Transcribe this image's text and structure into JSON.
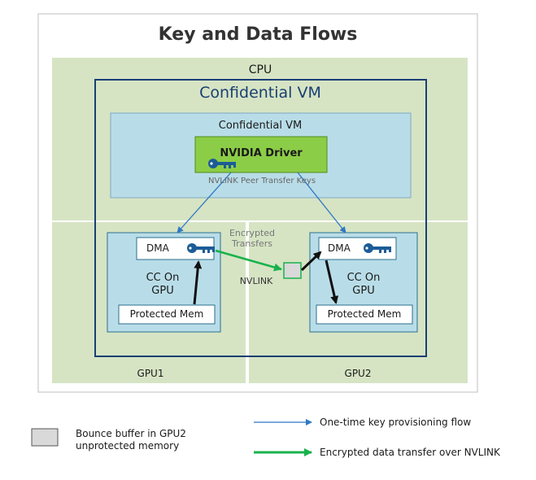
{
  "title": "Key and Data Flows",
  "cpu": {
    "label": "CPU"
  },
  "confidential_vm_outer": {
    "label": "Confidential VM"
  },
  "confidential_vm_inner": {
    "label": "Confidential VM"
  },
  "driver": {
    "label": "NVIDIA Driver",
    "key_icon": "key-icon"
  },
  "peer_keys": {
    "label": "NVLINK Peer Transfer Keys"
  },
  "encrypted_transfers": {
    "label": "Encrypted Transfers"
  },
  "nvlink": {
    "label": "NVLINK"
  },
  "gpu1": {
    "label": "GPU1",
    "dma_label": "DMA",
    "cc_label": "CC On GPU",
    "protected_mem_label": "Protected Mem"
  },
  "gpu2": {
    "label": "GPU2",
    "dma_label": "DMA",
    "cc_label": "CC On GPU",
    "protected_mem_label": "Protected Mem"
  },
  "legend": {
    "bounce_buffer_label": "Bounce buffer in GPU2 unprotected memory",
    "key_flow_label": "One-time key provisioning flow",
    "data_flow_label": "Encrypted data transfer over NVLINK"
  },
  "colors": {
    "region_green": "#d6e4c4",
    "vm_border": "#1a3f73",
    "light_blue": "#b9dde8",
    "driver_green": "#8ccd47",
    "key_blue": "#1c5c96",
    "arrow_blue": "#2f78c4",
    "arrow_green": "#19b24c",
    "buffer_gray": "#d9d9d9"
  }
}
